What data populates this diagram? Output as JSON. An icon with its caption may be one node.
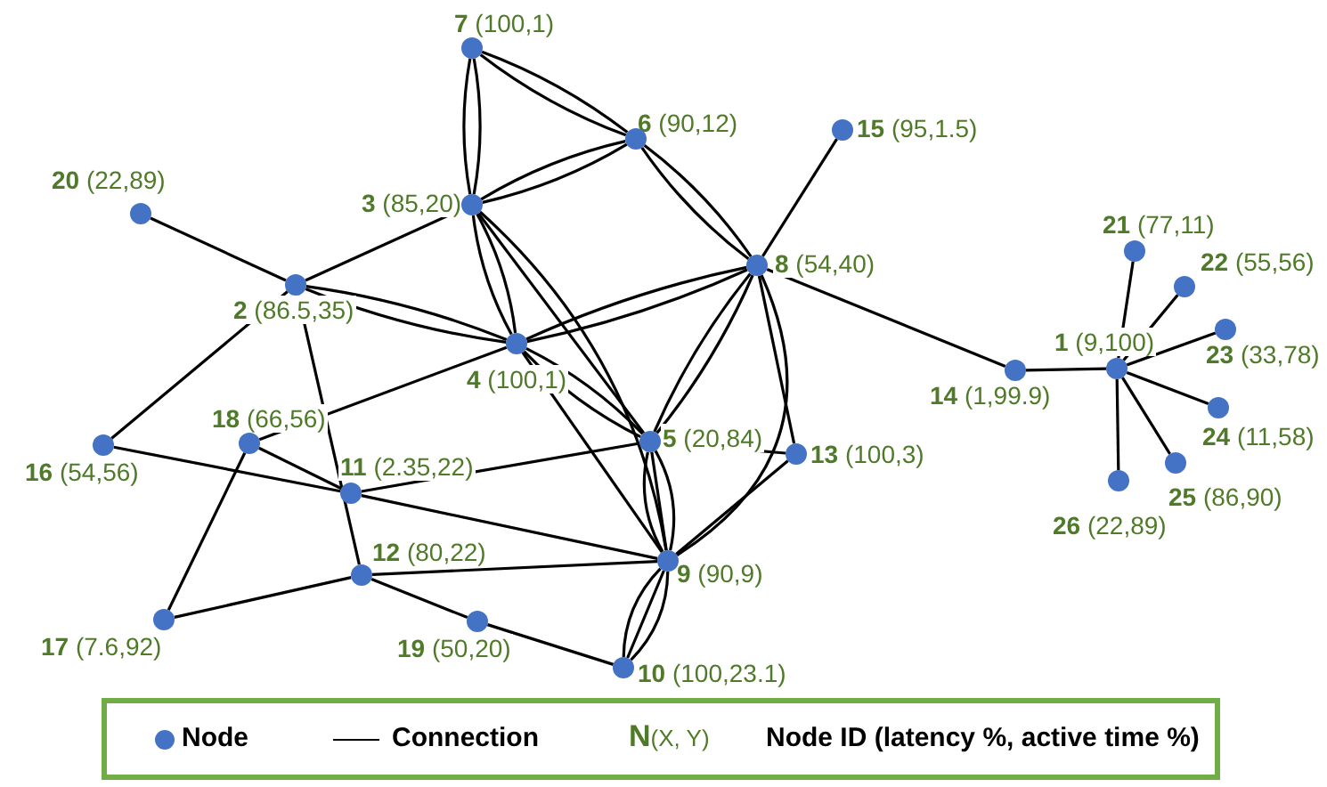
{
  "diagram": {
    "nodes": [
      {
        "text": [
          "1",
          "(9,100)"
        ]
      },
      {
        "text": [
          "2",
          "(86.5,35)"
        ]
      },
      {
        "text": [
          "3",
          "(85,20)"
        ]
      },
      {
        "text": [
          "4",
          "(100,1)"
        ]
      },
      {
        "text": [
          "5",
          "(20,84)"
        ]
      },
      {
        "text": [
          "6",
          "(90,12)"
        ]
      },
      {
        "text": [
          "7",
          "(100,1)"
        ]
      },
      {
        "text": [
          "8",
          "(54,40)"
        ]
      },
      {
        "text": [
          "9",
          "(90,9)"
        ]
      },
      {
        "text": [
          "10",
          "(100,23.1)"
        ]
      },
      {
        "text": [
          "11",
          "(2.35,22)"
        ]
      },
      {
        "text": [
          "12",
          "(80,22)"
        ]
      },
      {
        "text": [
          "13",
          "(100,3)"
        ]
      },
      {
        "text": [
          "14",
          "(1,99.9)"
        ]
      },
      {
        "text": [
          "15",
          "(95,1.5)"
        ]
      },
      {
        "text": [
          "16",
          "(54,56)"
        ]
      },
      {
        "text": [
          "17",
          "(7.6,92)"
        ]
      },
      {
        "text": [
          "18",
          "(66,56)"
        ]
      },
      {
        "text": [
          "19",
          "(50,20)"
        ]
      },
      {
        "text": [
          "20",
          "(22,89)"
        ]
      },
      {
        "text": [
          "21",
          "(77,11)"
        ]
      },
      {
        "text": [
          "22",
          "(55,56)"
        ]
      },
      {
        "text": [
          "23",
          "(33,78)"
        ]
      },
      {
        "text": [
          "24",
          "(11,58)"
        ]
      },
      {
        "text": [
          "25",
          "(86,90)"
        ]
      },
      {
        "text": [
          "26",
          "(22,89)"
        ]
      }
    ],
    "edges": [
      {
        "from": 6,
        "to": 2,
        "arrow": "none"
      },
      {
        "from": 6,
        "to": 2,
        "arrow": "none"
      },
      {
        "from": 6,
        "to": 5,
        "arrow": "none"
      },
      {
        "from": 6,
        "to": 5,
        "arrow": "none"
      },
      {
        "from": 2,
        "to": 5,
        "arrow": "none"
      },
      {
        "from": 2,
        "to": 5,
        "arrow": "none"
      },
      {
        "from": 5,
        "to": 7,
        "arrow": "none"
      },
      {
        "from": 5,
        "to": 7,
        "arrow": "none"
      },
      {
        "from": 7,
        "to": 14,
        "arrow": "none"
      },
      {
        "from": 19,
        "to": 1,
        "arrow": "none"
      },
      {
        "from": 1,
        "to": 2,
        "arrow": "none"
      },
      {
        "from": 1,
        "to": 3,
        "arrow": "none"
      },
      {
        "from": 1,
        "to": 3,
        "arrow": "none"
      },
      {
        "from": 1,
        "to": 15,
        "arrow": "none"
      },
      {
        "from": 1,
        "to": 11,
        "arrow": "none"
      },
      {
        "from": 2,
        "to": 3,
        "arrow": "none"
      },
      {
        "from": 2,
        "to": 3,
        "arrow": "none"
      },
      {
        "from": 2,
        "to": 4,
        "arrow": "none"
      },
      {
        "from": 2,
        "to": 8,
        "arrow": "none"
      },
      {
        "from": 3,
        "to": 7,
        "arrow": "none"
      },
      {
        "from": 3,
        "to": 7,
        "arrow": "none"
      },
      {
        "from": 3,
        "to": 4,
        "arrow": "none"
      },
      {
        "from": 3,
        "to": 4,
        "arrow": "none"
      },
      {
        "from": 3,
        "to": 8,
        "arrow": "none"
      },
      {
        "from": 3,
        "to": 17,
        "arrow": "none"
      },
      {
        "from": 7,
        "to": 4,
        "arrow": "none"
      },
      {
        "from": 7,
        "to": 4,
        "arrow": "none"
      },
      {
        "from": 7,
        "to": 8,
        "arrow": "none"
      },
      {
        "from": 7,
        "to": 12,
        "arrow": "none"
      },
      {
        "from": 7,
        "to": 13,
        "arrow": "none"
      },
      {
        "from": 4,
        "to": 10,
        "arrow": "none"
      },
      {
        "from": 4,
        "to": 12,
        "arrow": "none"
      },
      {
        "from": 4,
        "to": 8,
        "arrow": "none"
      },
      {
        "from": 4,
        "to": 8,
        "arrow": "none"
      },
      {
        "from": 4,
        "to": 8,
        "arrow": "none"
      },
      {
        "from": 8,
        "to": 12,
        "arrow": "none"
      },
      {
        "from": 8,
        "to": 10,
        "arrow": "none"
      },
      {
        "from": 8,
        "to": 11,
        "arrow": "none"
      },
      {
        "from": 8,
        "to": 9,
        "arrow": "none"
      },
      {
        "from": 8,
        "to": 9,
        "arrow": "none"
      },
      {
        "from": 8,
        "to": 9,
        "arrow": "none"
      },
      {
        "from": 15,
        "to": 10,
        "arrow": "none"
      },
      {
        "from": 17,
        "to": 10,
        "arrow": "none"
      },
      {
        "from": 17,
        "to": 16,
        "arrow": "none"
      },
      {
        "from": 16,
        "to": 11,
        "arrow": "none"
      },
      {
        "from": 11,
        "to": 18,
        "arrow": "none"
      },
      {
        "from": 18,
        "to": 9,
        "arrow": "none"
      },
      {
        "from": 13,
        "to": 0,
        "arrow": "none"
      },
      {
        "from": 0,
        "to": 20,
        "arrow": "none"
      },
      {
        "from": 0,
        "to": 21,
        "arrow": "none"
      },
      {
        "from": 0,
        "to": 22,
        "arrow": "none"
      },
      {
        "from": 0,
        "to": 23,
        "arrow": "none"
      },
      {
        "from": 0,
        "to": 24,
        "arrow": "none"
      },
      {
        "from": 0,
        "to": 25,
        "arrow": "none"
      }
    ],
    "labels": [
      "**N**(X, Y)"
    ],
    "legend": [
      {
        "text": "Node"
      },
      {
        "text": "Connection"
      },
      {
        "text": "Node ID (latency %, active time %)"
      }
    ]
  }
}
